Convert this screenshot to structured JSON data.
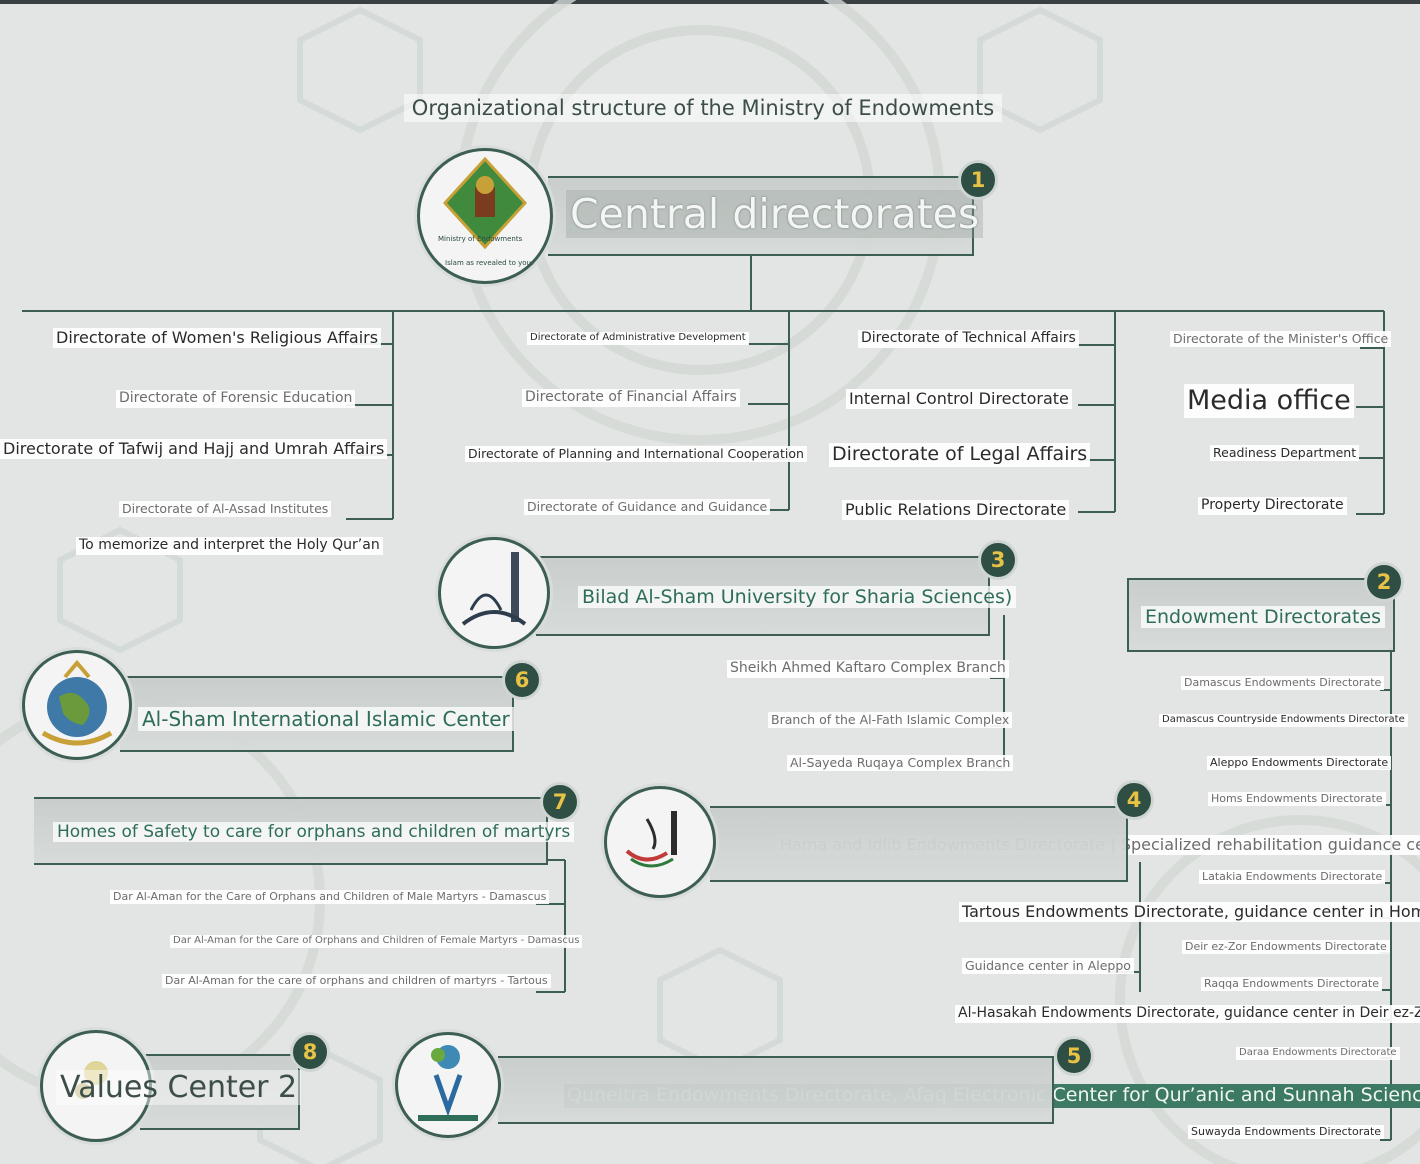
{
  "title": "Organizational structure of the Ministry of Endowments",
  "colors": {
    "accent": "#3d5e54",
    "badge": "#2f4f45",
    "badge_text": "#e8c245",
    "background": "#e3e5e4"
  },
  "central": {
    "number": "1",
    "heading": "Central directorates",
    "logo_caption_1": "Ministry of Endowments",
    "logo_caption_2": "Islam as revealed to you.",
    "col1": [
      "Directorate of Women's Religious Affairs",
      "Directorate of Forensic Education",
      "Directorate of Tafwij and Hajj and Umrah Affairs",
      "Directorate of Al-Assad Institutes",
      "To memorize and interpret the Holy Qur’an"
    ],
    "col2": [
      "Directorate of Administrative Development",
      "Directorate of Financial Affairs",
      "Directorate of Planning and International Cooperation",
      "Directorate of Guidance and Guidance"
    ],
    "col3": [
      "Directorate of Technical Affairs",
      "Internal Control Directorate",
      "Directorate of Legal Affairs",
      "Public Relations Directorate"
    ],
    "col4": [
      "Directorate of the Minister's Office",
      "Media office",
      "Readiness Department",
      "Property Directorate"
    ]
  },
  "university": {
    "number": "3",
    "heading": "Bilad Al-Sham University for Sharia Sciences)",
    "branches": [
      "Sheikh Ahmed Kaftaro Complex Branch",
      "Branch of the Al-Fath Islamic Complex",
      "Al-Sayeda Ruqaya Complex Branch"
    ]
  },
  "endowment": {
    "number": "2",
    "heading": "Endowment Directorates",
    "items": [
      "Damascus Endowments Directorate",
      "Damascus Countryside Endowments Directorate",
      "Aleppo Endowments Directorate",
      "Homs Endowments Directorate",
      "Hama and Idlib Endowments Directorate | Specialized rehabilitation guidance center",
      "Latakia Endowments Directorate",
      "Tartous Endowments Directorate, guidance center in Homs",
      "Deir ez-Zor Endowments Directorate",
      "Raqqa Endowments Directorate",
      "Al-Hasakah Endowments Directorate, guidance center in Deir ez-Zor",
      "Daraa Endowments Directorate",
      "Quneitra Endowments Directorate, Afaq Electronic Center for Qur’anic and Sunnah Sciences",
      "Suwayda Endowments Directorate"
    ]
  },
  "islamic_center": {
    "number": "6",
    "heading": "Al-Sham International Islamic Center"
  },
  "homes": {
    "number": "7",
    "heading": "Homes of Safety to care for orphans and children of martyrs",
    "items": [
      "Dar Al-Aman for the Care of Orphans and Children of Male Martyrs - Damascus",
      "Dar Al-Aman for the Care of Orphans and Children of Female Martyrs - Damascus",
      "Dar Al-Aman for the care of orphans and children of martyrs - Tartous"
    ]
  },
  "guidance": {
    "number": "4",
    "item": "Guidance center in Aleppo"
  },
  "values": {
    "number": "8",
    "heading": "Values Center 2"
  },
  "afaq": {
    "number": "5"
  }
}
